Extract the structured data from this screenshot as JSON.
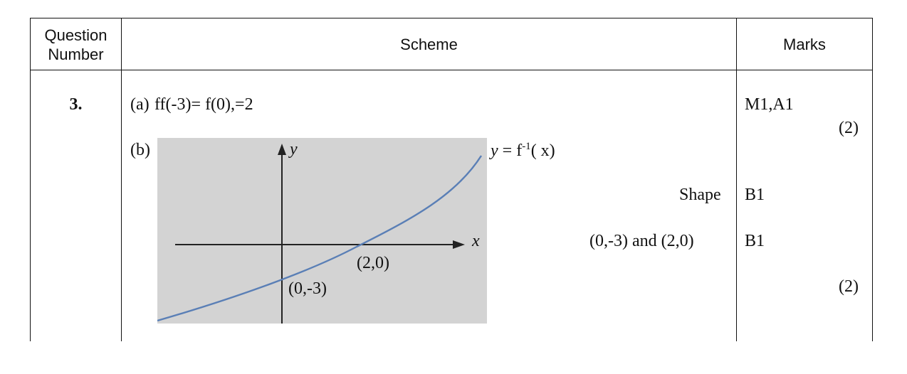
{
  "table": {
    "headers": {
      "question_number_line1": "Question",
      "question_number_line2": "Number",
      "scheme": "Scheme",
      "marks": "Marks"
    },
    "question": "3.",
    "part_a": {
      "label": "(a)",
      "working": "ff(-3)= f(0),=2",
      "marks": "M1,A1",
      "total": "(2)"
    },
    "part_b": {
      "label": "(b)",
      "curve_label": "y = f",
      "curve_label_sup": "-1",
      "curve_label_arg": "( x)",
      "axis_x": "x",
      "axis_y": "y",
      "point_x_intercept": "(2,0)",
      "point_y_intercept": "(0,-3)",
      "criterion_1": "Shape",
      "criterion_1_mark": "B1",
      "criterion_2": "(0,-3) and (2,0)",
      "criterion_2_mark": "B1",
      "total": "(2)"
    }
  }
}
